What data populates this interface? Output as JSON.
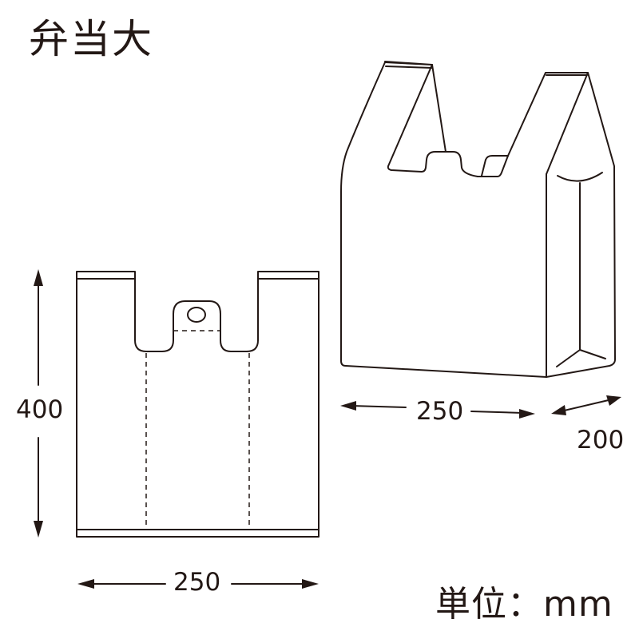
{
  "title": "弁当大",
  "flat_view": {
    "height_label": "400",
    "width_label": "250"
  },
  "open_view": {
    "width_label": "250",
    "gusset_label": "200"
  },
  "unit_label": "単位：mm",
  "colors": {
    "line": "#231815",
    "background": "#ffffff"
  }
}
